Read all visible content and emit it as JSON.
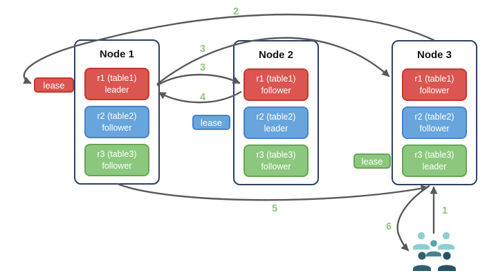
{
  "nodes": [
    {
      "title": "Node 1",
      "replicas": [
        {
          "line1": "r1 (table1)",
          "line2": "leader",
          "color": "red"
        },
        {
          "line1": "r2 (table2)",
          "line2": "follower",
          "color": "blue"
        },
        {
          "line1": "r3 (table3)",
          "line2": "follower",
          "color": "green"
        }
      ]
    },
    {
      "title": "Node 2",
      "replicas": [
        {
          "line1": "r1 (table1)",
          "line2": "follower",
          "color": "red"
        },
        {
          "line1": "r2 (table2)",
          "line2": "leader",
          "color": "blue"
        },
        {
          "line1": "r3 (table3)",
          "line2": "follower",
          "color": "green"
        }
      ]
    },
    {
      "title": "Node 3",
      "replicas": [
        {
          "line1": "r1 (table1)",
          "line2": "follower",
          "color": "red"
        },
        {
          "line1": "r2 (table2)",
          "line2": "follower",
          "color": "blue"
        },
        {
          "line1": "r3 (table3)",
          "line2": "leader",
          "color": "green"
        }
      ]
    }
  ],
  "leases": [
    {
      "label": "lease",
      "color": "red"
    },
    {
      "label": "lease",
      "color": "blue"
    },
    {
      "label": "lease",
      "color": "green"
    }
  ],
  "arrows": [
    {
      "label": "1",
      "from": "clients",
      "to": "node3-r3-leader"
    },
    {
      "label": "2",
      "from": "node3",
      "to": "lease-red"
    },
    {
      "label": "3",
      "from": "node1-r1-leader",
      "to": "node3-r1-follower"
    },
    {
      "label": "3",
      "from": "node1-r1-leader",
      "to": "node2-r1-follower"
    },
    {
      "label": "4",
      "from": "node2-r1-follower",
      "to": "node1-r1-leader"
    },
    {
      "label": "5",
      "from": "node1",
      "to": "node3"
    },
    {
      "label": "6",
      "from": "node3-r3-leader",
      "to": "clients"
    }
  ],
  "colors": {
    "red_fill": "#DB5551",
    "red_border": "#C0392B",
    "blue_fill": "#68A5DC",
    "blue_border": "#4A82C4",
    "green_fill": "#8BC87D",
    "green_border": "#67A556",
    "node_border": "#2B3F63",
    "arrow_gray": "#58595B",
    "label_green": "#8CC878",
    "users_back": "#8CCFD2",
    "users_middle": "#4D929C",
    "users_front_left": "#2F6072",
    "users_front_right": "#245366"
  }
}
